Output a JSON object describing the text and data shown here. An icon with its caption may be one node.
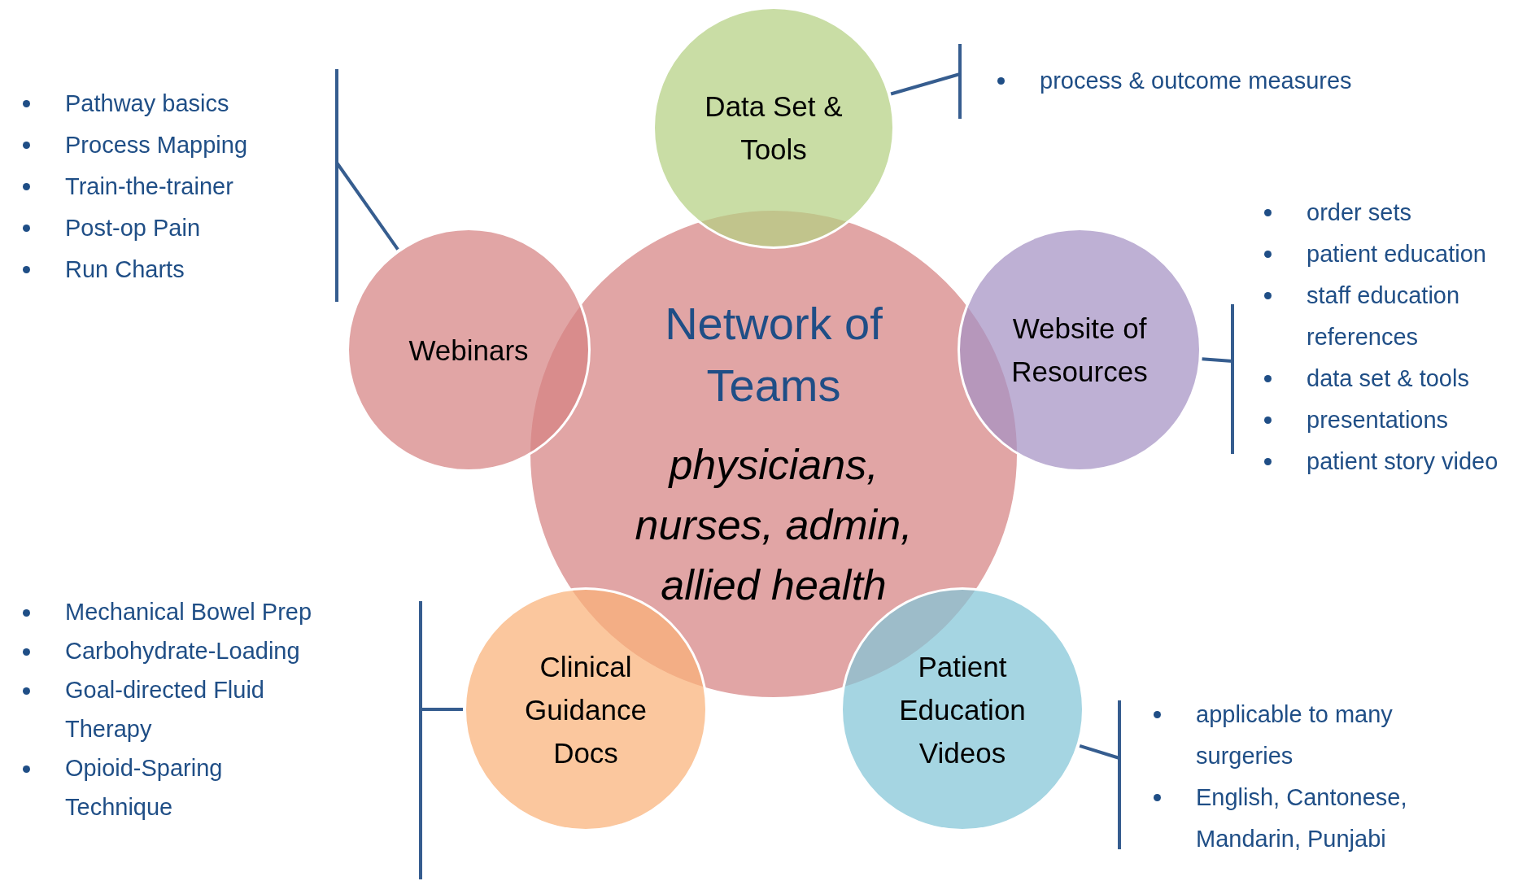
{
  "diagram": {
    "nodes": [
      {
        "text": [
          "Network of Teams",
          "physicians, nurses, admin, allied health"
        ]
      },
      {
        "text": [
          "Data Set & Tools"
        ]
      },
      {
        "text": [
          "Webinars"
        ]
      },
      {
        "text": [
          "Website of Resources"
        ]
      },
      {
        "text": [
          "Clinical Guidance Docs"
        ]
      },
      {
        "text": [
          "Patient Education Videos"
        ]
      },
      {
        "text": [
          "process & outcome measures"
        ]
      },
      {
        "text": [
          "Pathway basics",
          "Process Mapping",
          "Train-the-trainer",
          "Post-op Pain",
          "Run Charts"
        ]
      },
      {
        "text": [
          "order sets",
          "patient education",
          "staff education references",
          "data set & tools",
          "presentations",
          "patient story video"
        ]
      },
      {
        "text": [
          "Mechanical Bowel Prep",
          "Carbohydrate-Loading",
          "Goal-directed Fluid Therapy",
          "Opioid-Sparing Technique"
        ]
      },
      {
        "text": [
          "applicable to many surgeries",
          "English, Cantonese, Mandarin, Punjabi"
        ]
      }
    ],
    "edges": [
      {
        "from": 1,
        "to": 6,
        "arrow": "none"
      },
      {
        "from": 2,
        "to": 7,
        "arrow": "none"
      },
      {
        "from": 3,
        "to": 8,
        "arrow": "none"
      },
      {
        "from": 4,
        "to": 9,
        "arrow": "none"
      },
      {
        "from": 5,
        "to": 10,
        "arrow": "none"
      }
    ]
  }
}
